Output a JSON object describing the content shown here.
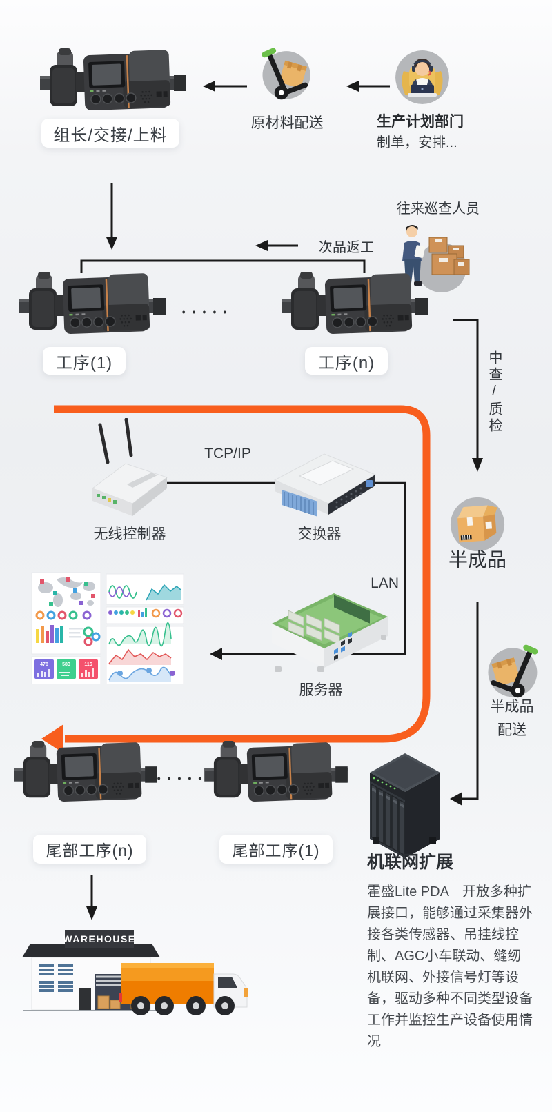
{
  "top": {
    "leader_label": "组长/交接/上料",
    "raw_delivery": "原材料配送",
    "planner_title": "生产计划部门",
    "planner_sub": "制单，安排...",
    "inspector": "往来巡查人员",
    "rework": "次品返工"
  },
  "process": {
    "p1": "工序(1)",
    "pn": "工序(n)",
    "dots": "•••••",
    "mid_check": "中查/质检",
    "semi": "半成品",
    "semi_delivery_1": "半成品",
    "semi_delivery_2": "配送"
  },
  "network": {
    "router": "无线控制器",
    "tcpip": "TCP/IP",
    "switch": "交换器",
    "lan": "LAN",
    "server": "服务器"
  },
  "tail": {
    "pn": "尾部工序(n)",
    "p1": "尾部工序(1)",
    "dots": "•••••"
  },
  "expansion": {
    "title": "机联网扩展",
    "body": "霍盛Lite PDA　开放多种扩展接口，能够通过采集器外接各类传感器、吊挂线控制、AGC小车联动、缝纫机联网、外接信号灯等设备，驱动多种不同类型设备工作并监控生产设备使用情况"
  },
  "warehouse": {
    "sign": "WAREHOUSE"
  },
  "dashboard": {
    "tile1": "478",
    "tile2": "583",
    "tile3": "116"
  },
  "colors": {
    "accent_orange": "#F85E1D",
    "line_black": "#1a1a1a",
    "icon_circle_gray": "#b5b7ba",
    "carton": "#EDB269",
    "dolly_handle_green": "#6cc04a"
  }
}
